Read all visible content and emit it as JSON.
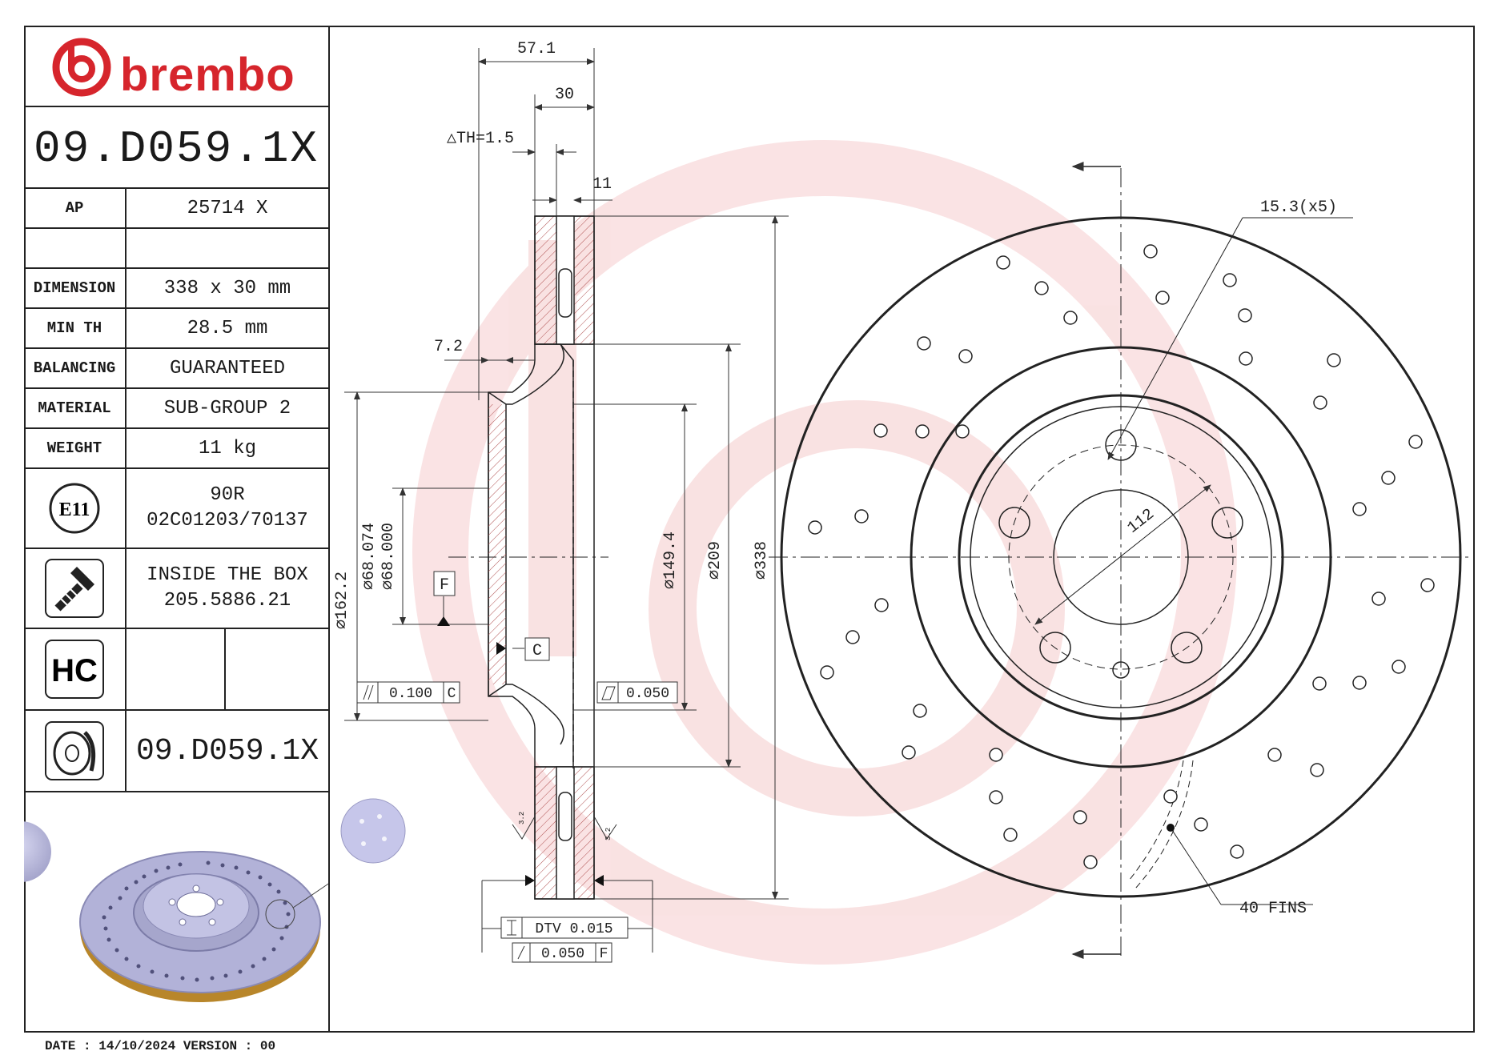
{
  "brand": {
    "name": "brembo",
    "color": "#d6252c"
  },
  "part_number": "09.D059.1X",
  "specs": [
    {
      "label": "AP",
      "value": "25714 X"
    },
    {
      "label": "",
      "value": ""
    },
    {
      "label": "DIMENSION",
      "value": "338 x 30 mm"
    },
    {
      "label": "MIN TH",
      "value": "28.5 mm"
    },
    {
      "label": "BALANCING",
      "value": "GUARANTEED"
    },
    {
      "label": "MATERIAL",
      "value": "SUB-GROUP 2"
    },
    {
      "label": "WEIGHT",
      "value": "11 kg"
    }
  ],
  "approval": {
    "mark": "E11",
    "line1": "90R",
    "line2": "02C01203/70137"
  },
  "inside_box": {
    "line1": "INSIDE THE BOX",
    "line2": "205.5886.21"
  },
  "hc_badge": "HC",
  "bottom_code": "09.D059.1X",
  "footer": "DATE : 14/10/2024 VERSION : 00",
  "icons": [
    "brembo-logo-icon",
    "e11-mark-icon",
    "screw-icon",
    "hc-icon",
    "disc-caliper-icon"
  ],
  "section_dims": {
    "overall_width": "57.1",
    "thickness": "30",
    "th_tolerance": "△TH=1.5",
    "fin_width": "11",
    "hat_offset": "7.2",
    "d_162": "⌀162.2",
    "d_68_074": "⌀68.074",
    "d_68_000": "⌀68.000",
    "d_149": "⌀149.4",
    "d_209": "⌀209",
    "d_338": "⌀338",
    "datum_f": "F",
    "datum_c": "C",
    "parallelism": "0.100",
    "parallelism_ref": "C",
    "flatness": "0.050",
    "dtv": "DTV 0.015",
    "runout": "0.050",
    "runout_ref": "F",
    "surface_rough": "3.2"
  },
  "front_view": {
    "drill_diameter": "15.3(x5)",
    "bolt_circle": "112",
    "fins": "40 FINS"
  }
}
